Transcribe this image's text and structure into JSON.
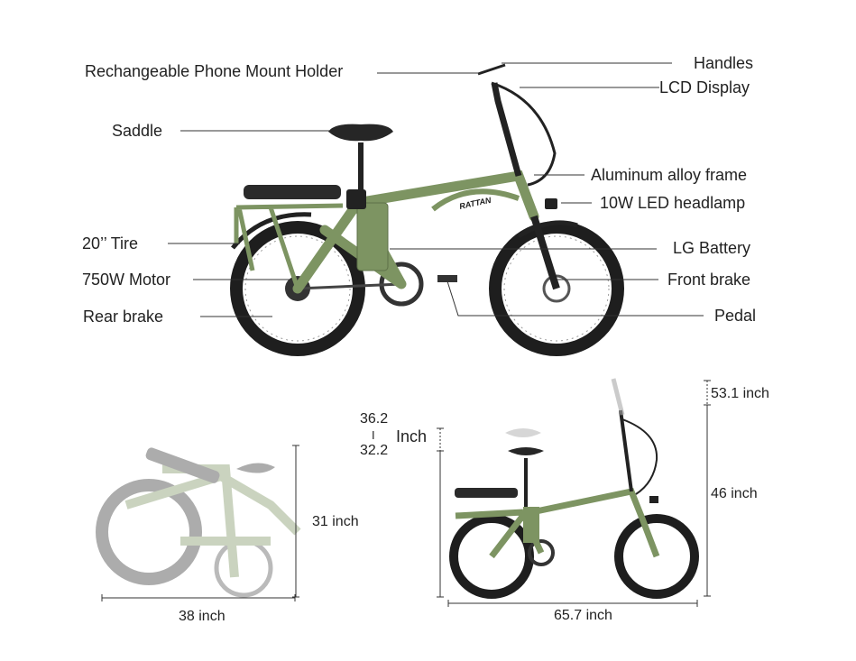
{
  "colors": {
    "frame": "#7d9462",
    "tire": "#1e1e1e",
    "text": "#222222",
    "line": "#333333"
  },
  "brand": "RATTAN",
  "callouts": {
    "phone_mount": "Rechangeable Phone Mount Holder",
    "saddle": "Saddle",
    "tire": "20’’ Tire",
    "motor": "750W Motor",
    "rear_brake": "Rear brake",
    "handles": "Handles",
    "lcd": "LCD Display",
    "frame": "Aluminum alloy frame",
    "headlamp": "10W LED headlamp",
    "battery": "LG Battery",
    "front_brake": "Front brake",
    "pedal": "Pedal"
  },
  "dimensions": {
    "folded_height": "31 inch",
    "folded_length": "38 inch",
    "seat_max": "36.2",
    "seat_sep": "I",
    "seat_min": "32.2",
    "seat_unit": "Inch",
    "handle_max_height": "53.1 inch",
    "height": "46 inch",
    "length": "65.7 inch"
  }
}
